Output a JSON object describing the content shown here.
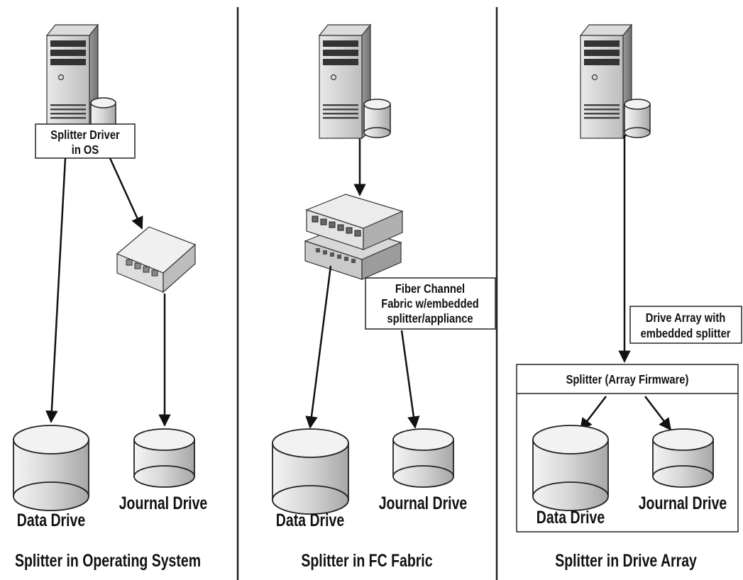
{
  "panels": [
    {
      "caption": "Splitter in Operating System",
      "splitter_label_lines": [
        "Splitter Driver",
        "in OS"
      ],
      "data_drive_label": "Data Drive",
      "journal_drive_label": "Journal Drive"
    },
    {
      "caption": "Splitter in FC Fabric",
      "splitter_label_lines": [
        "Fiber Channel",
        "Fabric w/embedded",
        "splitter/appliance"
      ],
      "data_drive_label": "Data Drive",
      "journal_drive_label": "Journal Drive"
    },
    {
      "caption": "Splitter in Drive Array",
      "callout_lines": [
        "Drive Array with",
        "embedded splitter"
      ],
      "array_firmware_label": "Splitter (Array Firmware)",
      "data_drive_label": "Data Drive",
      "journal_drive_label": "Journal Drive"
    }
  ],
  "icons": [
    "server-icon",
    "disk-icon",
    "appliance-icon",
    "fc-switch-icon"
  ]
}
